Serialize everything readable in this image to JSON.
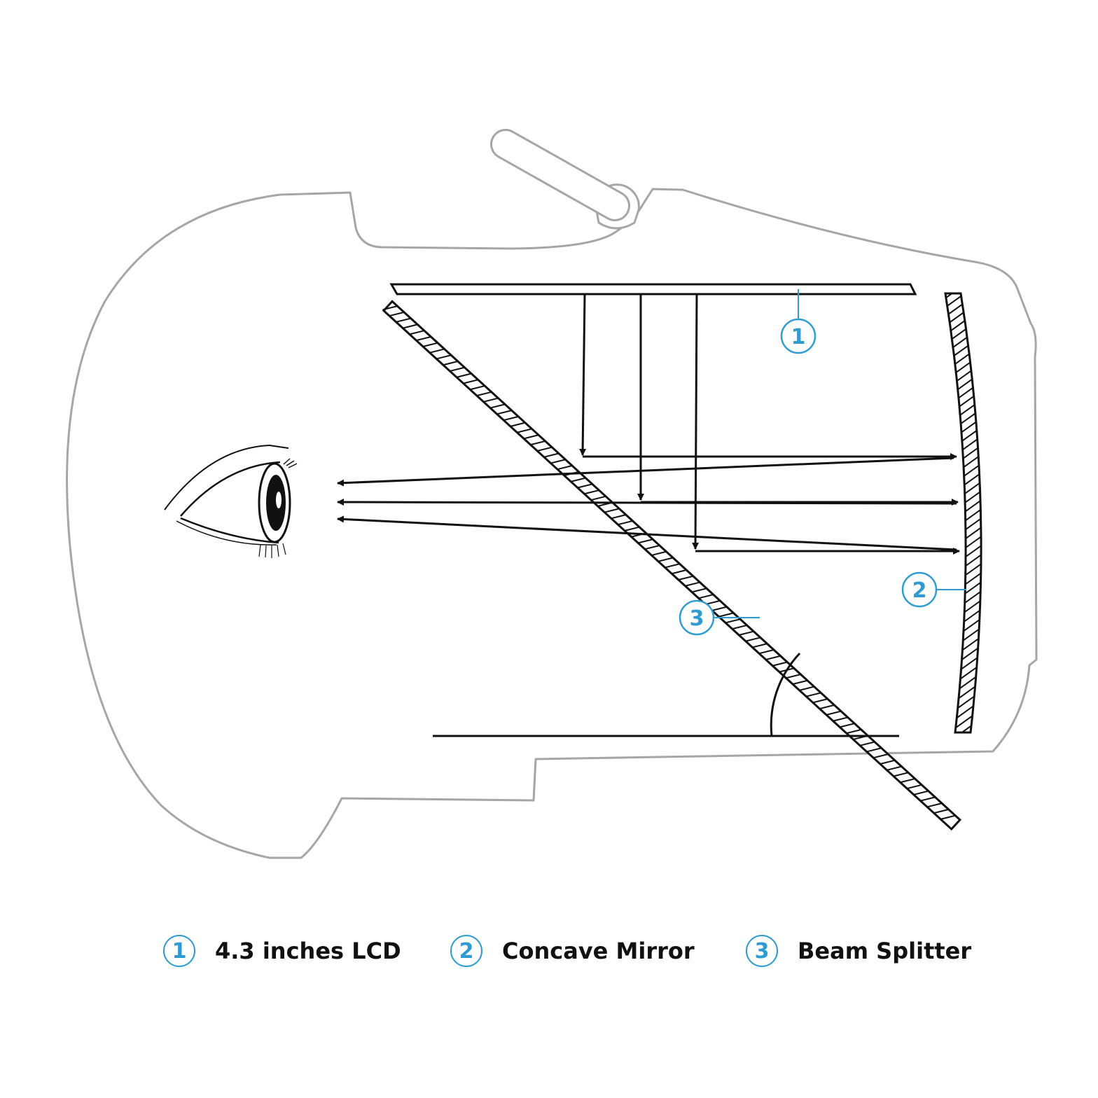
{
  "colors": {
    "outline": "#a6a6a6",
    "ink": "#111111",
    "callout": "#2f9bd3",
    "background": "#ffffff"
  },
  "callouts": [
    {
      "number": "1",
      "label": "4.3 inches LCD"
    },
    {
      "number": "2",
      "label": "Concave Mirror"
    },
    {
      "number": "3",
      "label": "Beam Splitter"
    }
  ],
  "icons": [
    "eye-icon",
    "head-outline",
    "antenna",
    "lcd-panel",
    "concave-mirror",
    "beam-splitter",
    "angle-arc"
  ]
}
